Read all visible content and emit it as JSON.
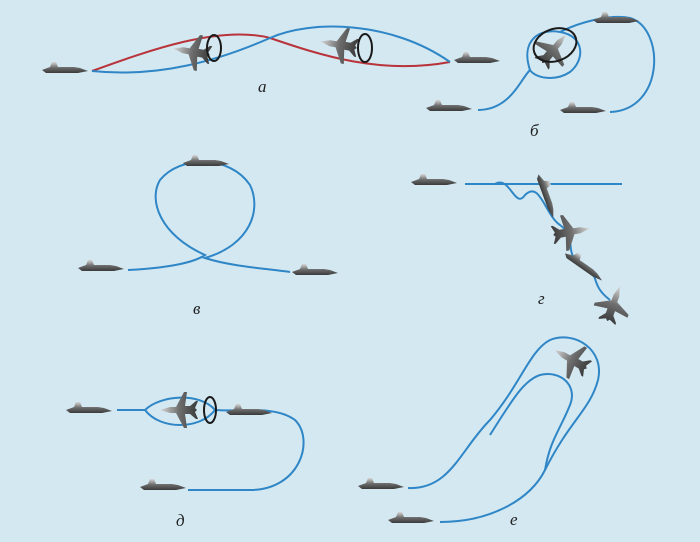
{
  "labels": {
    "a": "а",
    "b": "б",
    "v": "в",
    "g": "г",
    "d": "д",
    "e": "е"
  },
  "colors": {
    "background": "#d3e8f1",
    "trajectory": "#2f86c6",
    "alt_trajectory": "#b8333a",
    "aircraft": "#8a8a8a"
  },
  "icons": {
    "aircraft_side": "aircraft-side-icon",
    "aircraft_top": "aircraft-top-icon",
    "rotation": "rotation-arrow-icon"
  }
}
